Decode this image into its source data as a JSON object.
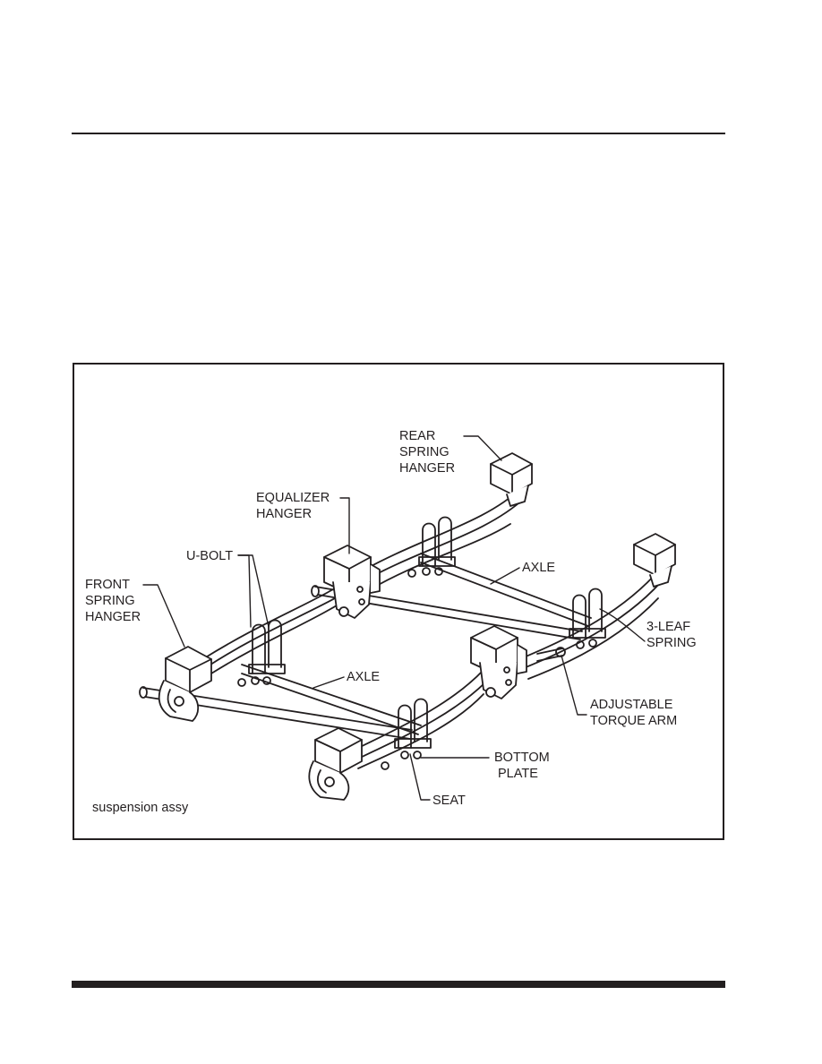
{
  "figure": {
    "caption": "suspension assy",
    "labels": {
      "rear_spring_hanger": [
        "REAR",
        "SPRING",
        "HANGER"
      ],
      "equalizer_hanger": [
        "EQUALIZER",
        "HANGER"
      ],
      "u_bolt": "U-BOLT",
      "front_spring_hanger": [
        "FRONT",
        "SPRING",
        "HANGER"
      ],
      "axle_rear": "AXLE",
      "axle_front": "AXLE",
      "three_leaf_spring": [
        "3-LEAF",
        "SPRING"
      ],
      "adjustable_torque_arm": [
        "ADJUSTABLE",
        "TORQUE ARM"
      ],
      "bottom_plate": [
        "BOTTOM",
        "PLATE"
      ],
      "seat": "SEAT"
    }
  }
}
